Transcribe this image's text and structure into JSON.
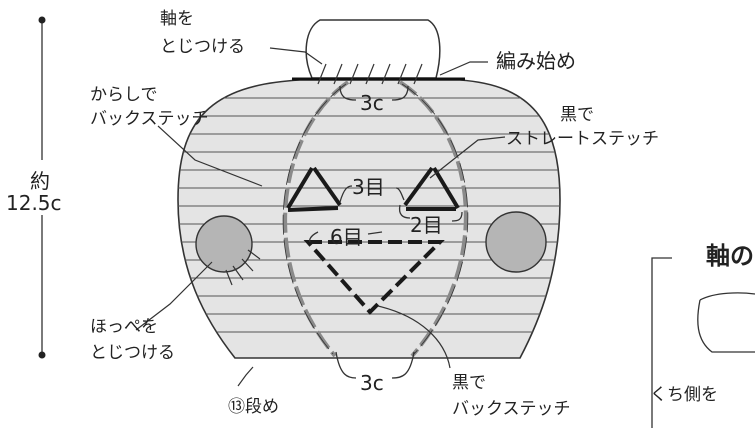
{
  "labels": {
    "attach_handle": [
      "軸を",
      "とじつける"
    ],
    "start_of_knitting": "編み始め",
    "karashi_backstitch": [
      "からしで",
      "バックステッチ"
    ],
    "kuro_straight": [
      "黒で",
      "ストレートステッチ"
    ],
    "height": [
      "約",
      "12.5c"
    ],
    "top_3c": "3c",
    "bottom_3c": "3c",
    "eye_gap": "3目",
    "eye_width": "2目",
    "mouth_width": "6目",
    "attach_cheeks": [
      "ほっぺを",
      "とじつける"
    ],
    "row_13": "⑬段め",
    "kuro_backstitch": [
      "黒で",
      "バックステッチ"
    ],
    "stem_section_title": "軸の",
    "mouth_side": "くち側を"
  },
  "colors": {
    "body_fill": "#e4e4e4",
    "stripe": "#555555",
    "rib": "#8a8a8a",
    "stem_fill": "#ffffff",
    "cheek_fill": "#b5b5b5",
    "black_stitch": "#1a1a1a"
  }
}
